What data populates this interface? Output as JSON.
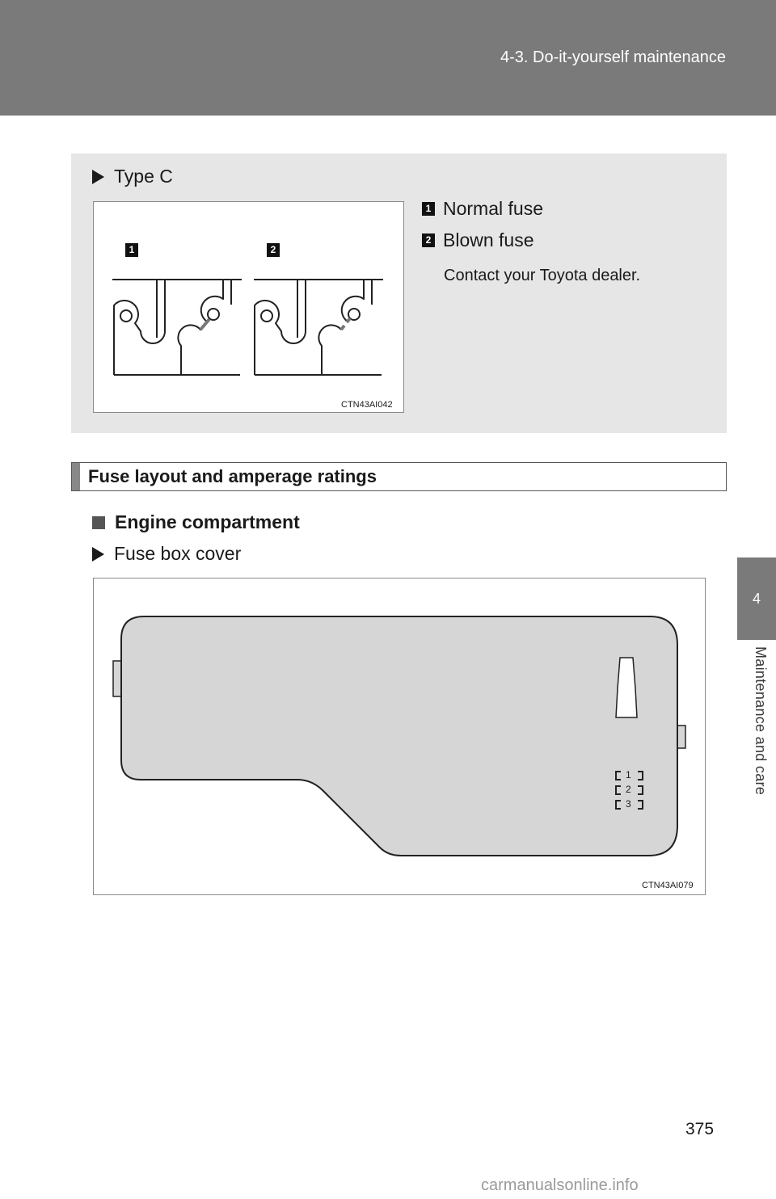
{
  "header": {
    "title": "4-3. Do-it-yourself maintenance"
  },
  "side_tab": {
    "chapter_number": "4",
    "chapter_label": "Maintenance and care"
  },
  "type_c": {
    "heading": "Type C",
    "figure_code": "CTN43AI042",
    "badges": [
      "1",
      "2"
    ],
    "legend": [
      {
        "badge": "1",
        "label": "Normal fuse"
      },
      {
        "badge": "2",
        "label": "Blown fuse"
      }
    ],
    "note": "Contact your Toyota dealer."
  },
  "section": {
    "title": "Fuse layout and amperage ratings",
    "subheading": "Engine compartment",
    "fuse_box_label": "Fuse box cover",
    "figure_code": "CTN43AI079",
    "cover_numbers": [
      "1",
      "2",
      "3"
    ]
  },
  "page_number": "375",
  "watermark": "carmanualsonline.info"
}
